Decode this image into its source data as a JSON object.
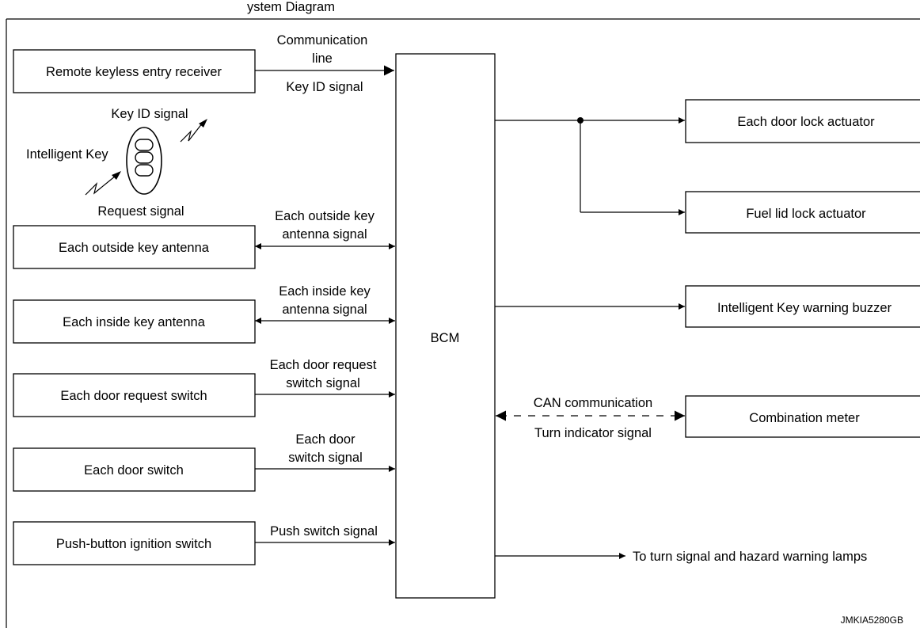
{
  "title_fragment": "ystem Diagram",
  "center_block": "BCM",
  "inputs": [
    {
      "id": "remote",
      "label": "Remote keyless entry receiver"
    },
    {
      "id": "outside",
      "label": "Each outside key antenna"
    },
    {
      "id": "inside",
      "label": "Each inside key antenna"
    },
    {
      "id": "doorreq",
      "label": "Each door request switch"
    },
    {
      "id": "doorsw",
      "label": "Each door switch"
    },
    {
      "id": "push",
      "label": "Push-button ignition switch"
    }
  ],
  "outputs": [
    {
      "id": "doorlock",
      "label": "Each door lock actuator"
    },
    {
      "id": "fuellid",
      "label": "Fuel lid lock actuator"
    },
    {
      "id": "buzzer",
      "label": "Intelligent Key warning buzzer"
    },
    {
      "id": "meter",
      "label": "Combination meter"
    }
  ],
  "signals": {
    "comm_line": [
      "Communication",
      "line"
    ],
    "key_id_remote": "Key ID signal",
    "outside_antenna": [
      "Each outside key",
      "antenna signal"
    ],
    "inside_antenna": [
      "Each inside key",
      "antenna signal"
    ],
    "door_request": [
      "Each door request",
      "switch signal"
    ],
    "door_switch": [
      "Each door",
      "switch signal"
    ],
    "push_switch": "Push switch signal",
    "can": "CAN communication",
    "turn_indicator": "Turn indicator signal",
    "turn_lamps": "To turn signal and hazard warning lamps"
  },
  "intelligent_key": {
    "label": "Intelligent Key",
    "key_id": "Key ID signal",
    "request": "Request signal"
  },
  "figure_code": "JMKIA5280GB"
}
